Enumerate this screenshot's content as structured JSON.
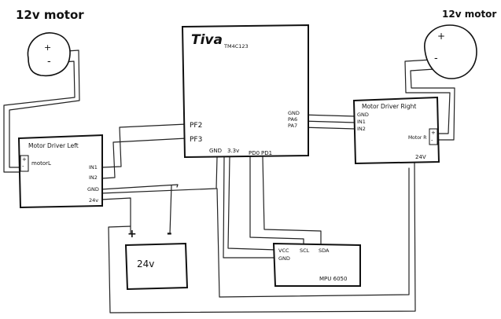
{
  "motor_left": {
    "title": "12v motor",
    "plus": "+",
    "minus": "-"
  },
  "motor_right": {
    "title": "12v motor",
    "plus": "+",
    "minus": "-"
  },
  "tiva": {
    "title": "Tiva",
    "subtitle": "TM4C123",
    "pins_left": [
      "PF2",
      "PF3"
    ],
    "pins_right": [
      "GND",
      "PA6",
      "PA7"
    ],
    "pins_bottom": [
      "GND",
      "3.3v",
      "PD0",
      "PD1"
    ]
  },
  "driver_left": {
    "title": "Motor Driver Left",
    "pins_right": [
      "IN1",
      "IN2",
      "GND",
      "24v"
    ],
    "motor_label": "motorL",
    "term_plus": "+",
    "term_minus": "-"
  },
  "driver_right": {
    "title": "Motor Driver Right",
    "pins_left": [
      "GND",
      "IN1",
      "IN2"
    ],
    "motor_label": "Motor R",
    "term_plus": "+",
    "term_minus": "-",
    "supply": "24V"
  },
  "battery": {
    "label": "24v",
    "plus": "+",
    "minus": "-"
  },
  "mpu": {
    "pins_top": [
      "VCC",
      "SCL",
      "SDA"
    ],
    "pin_gnd": "GND",
    "name": "MPU 6050"
  },
  "colors": {
    "ink": "#111111",
    "background": "#ffffff"
  }
}
